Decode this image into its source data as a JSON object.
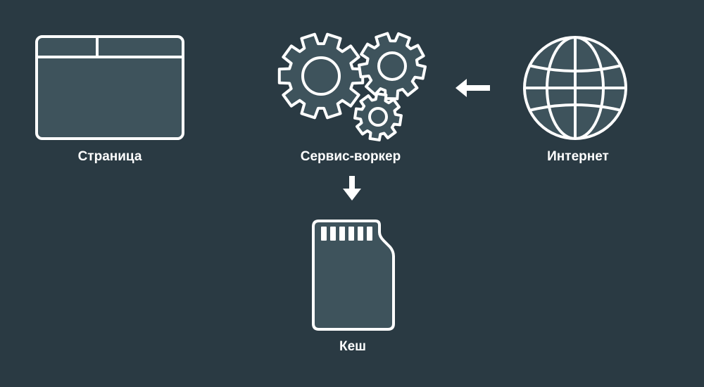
{
  "nodes": {
    "page": {
      "label": "Страница",
      "icon": "browser-window-icon"
    },
    "service_worker": {
      "label": "Сервис-воркер",
      "icon": "gears-icon"
    },
    "internet": {
      "label": "Интернет",
      "icon": "globe-icon"
    },
    "cache": {
      "label": "Кеш",
      "icon": "sd-card-icon"
    }
  },
  "edges": [
    {
      "from": "internet",
      "to": "service_worker",
      "icon": "arrow-left-icon"
    },
    {
      "from": "service_worker",
      "to": "cache",
      "icon": "arrow-down-icon"
    }
  ],
  "colors": {
    "background": "#2a3a43",
    "icon_fill": "#3e535c",
    "stroke": "#ffffff"
  }
}
